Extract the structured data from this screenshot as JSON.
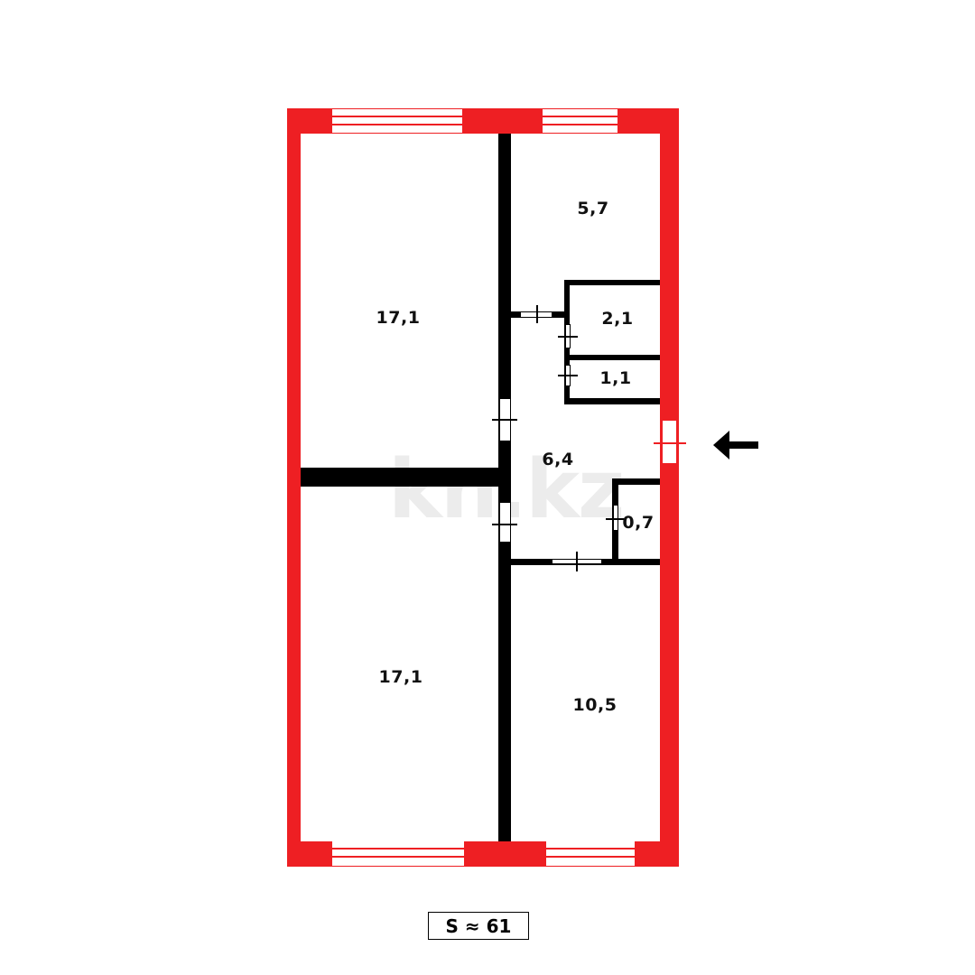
{
  "plan": {
    "rooms": [
      {
        "id": "room-bedroom-top-left",
        "area": "17,1"
      },
      {
        "id": "room-bedroom-bottom-left",
        "area": "17,1"
      },
      {
        "id": "room-kitchen-top-right",
        "area": "5,7"
      },
      {
        "id": "room-bathroom",
        "area": "2,1"
      },
      {
        "id": "room-toilet",
        "area": "1,1"
      },
      {
        "id": "room-hallway",
        "area": "6,4"
      },
      {
        "id": "room-closet",
        "area": "0,7"
      },
      {
        "id": "room-living-bottom-right",
        "area": "10,5"
      }
    ],
    "total_area": "S ≈ 61",
    "entrance_arrow": "arrow-left-icon",
    "watermark": "kn.kz",
    "colors": {
      "exterior_wall": "#ee1f23",
      "interior_wall": "#000000",
      "background": "#ffffff"
    }
  }
}
